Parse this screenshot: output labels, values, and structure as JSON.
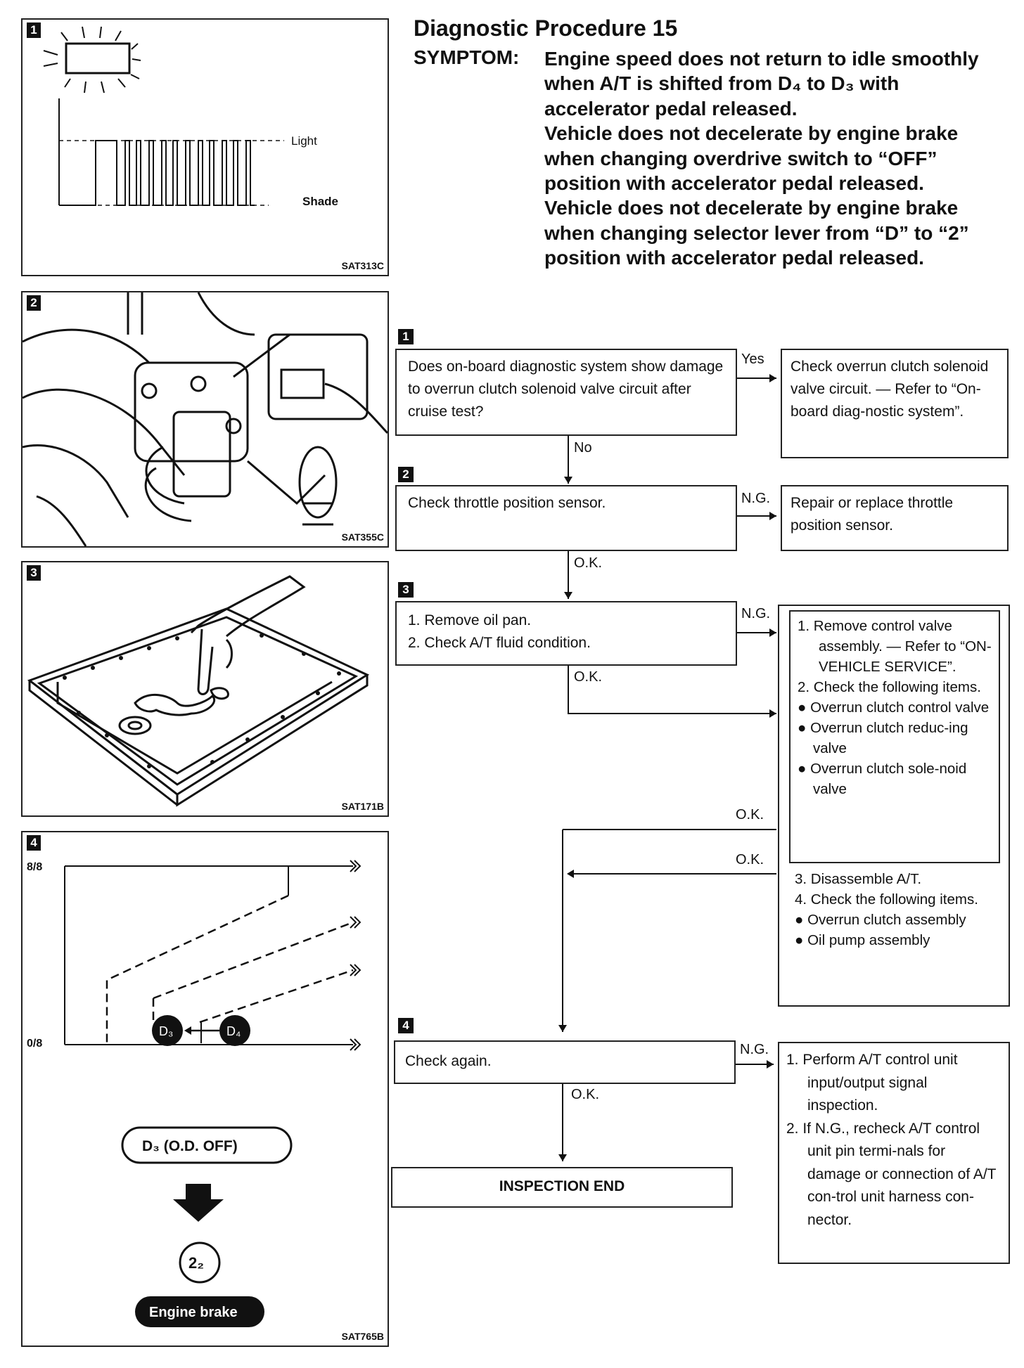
{
  "header": {
    "title": "Diagnostic Procedure 15",
    "symptom_label": "SYMPTOM:",
    "symptoms": [
      "Engine speed does not return to idle smoothly when A/T is shifted from D₄ to D₃ with accelerator pedal released.",
      "Vehicle does not decelerate by engine brake when changing overdrive switch to “OFF” position with accelerator pedal released.",
      "Vehicle does not decelerate by engine brake when changing selector lever from “D” to “2” position with accelerator pedal released."
    ]
  },
  "figures": [
    {
      "number": "1",
      "code": "SAT313C",
      "labels": {
        "light": "Light",
        "shade": "Shade"
      }
    },
    {
      "number": "2",
      "code": "SAT355C"
    },
    {
      "number": "3",
      "code": "SAT171B"
    },
    {
      "number": "4",
      "code": "SAT765B",
      "labels": {
        "top": "8/8",
        "bottom": "0/8",
        "d3": "D₃",
        "d4": "D₄",
        "d3_od_off": "D₃ (O.D. OFF)",
        "two": "2₂",
        "engine_brake": "Engine brake"
      }
    }
  ],
  "steps": [
    {
      "number": "1",
      "question": "Does on-board diagnostic system show damage to overrun clutch solenoid valve circuit after cruise test?",
      "yes_label": "Yes",
      "no_label": "No",
      "action": "Check overrun clutch solenoid valve circuit. — Refer to “On-board diag-nostic system”."
    },
    {
      "number": "2",
      "question": "Check throttle position sensor.",
      "ng_label": "N.G.",
      "ok_label": "O.K.",
      "action": "Repair or replace throttle position sensor."
    },
    {
      "number": "3",
      "question_lines": [
        "1. Remove oil pan.",
        "2. Check A/T fluid condition."
      ],
      "ng_label": "N.G.",
      "ok_label": "O.K.",
      "inner_items": [
        "1. Remove control valve assembly. — Refer to “ON-VEHICLE SERVICE”.",
        "2. Check the following items.",
        "● Overrun clutch control valve",
        "● Overrun clutch reduc-ing valve",
        "● Overrun clutch sole-noid valve"
      ],
      "inner_ok_label": "O.K.",
      "outer_ok_label": "O.K.",
      "outer_items": [
        "3. Disassemble A/T.",
        "4. Check the following items.",
        "● Overrun clutch assembly",
        "● Oil pump assembly"
      ]
    },
    {
      "number": "4",
      "question": "Check again.",
      "ng_label": "N.G.",
      "ok_label": "O.K.",
      "action_items": [
        "1. Perform A/T control unit input/output signal inspection.",
        "2. If N.G., recheck A/T control unit pin termi-nals for damage or connection of A/T con-trol unit harness con-nector."
      ]
    }
  ],
  "end_label": "INSPECTION END"
}
